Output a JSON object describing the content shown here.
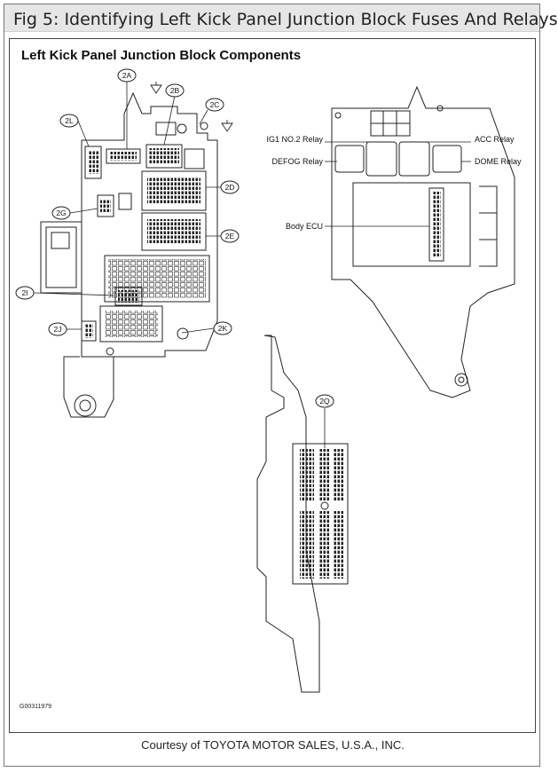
{
  "figure": {
    "title": "Fig 5: Identifying Left Kick Panel Junction Block Fuses And Relays",
    "diagram_title": "Left Kick Panel Junction Block Components",
    "image_code": "G00311979",
    "courtesy": "Courtesy of TOYOTA MOTOR SALES, U.S.A., INC."
  },
  "connectors": {
    "c2A": "2A",
    "c2B": "2B",
    "c2C": "2C",
    "c2L": "2L",
    "c2D": "2D",
    "c2E": "2E",
    "c2G": "2G",
    "c2I": "2I",
    "c2J": "2J",
    "c2K": "2K",
    "c2Q": "2Q"
  },
  "relays": {
    "ig1": "IG1 NO.2 Relay",
    "acc": "ACC Relay",
    "defog": "DEFOG Relay",
    "dome": "DOME Relay",
    "body_ecu": "Body ECU"
  }
}
